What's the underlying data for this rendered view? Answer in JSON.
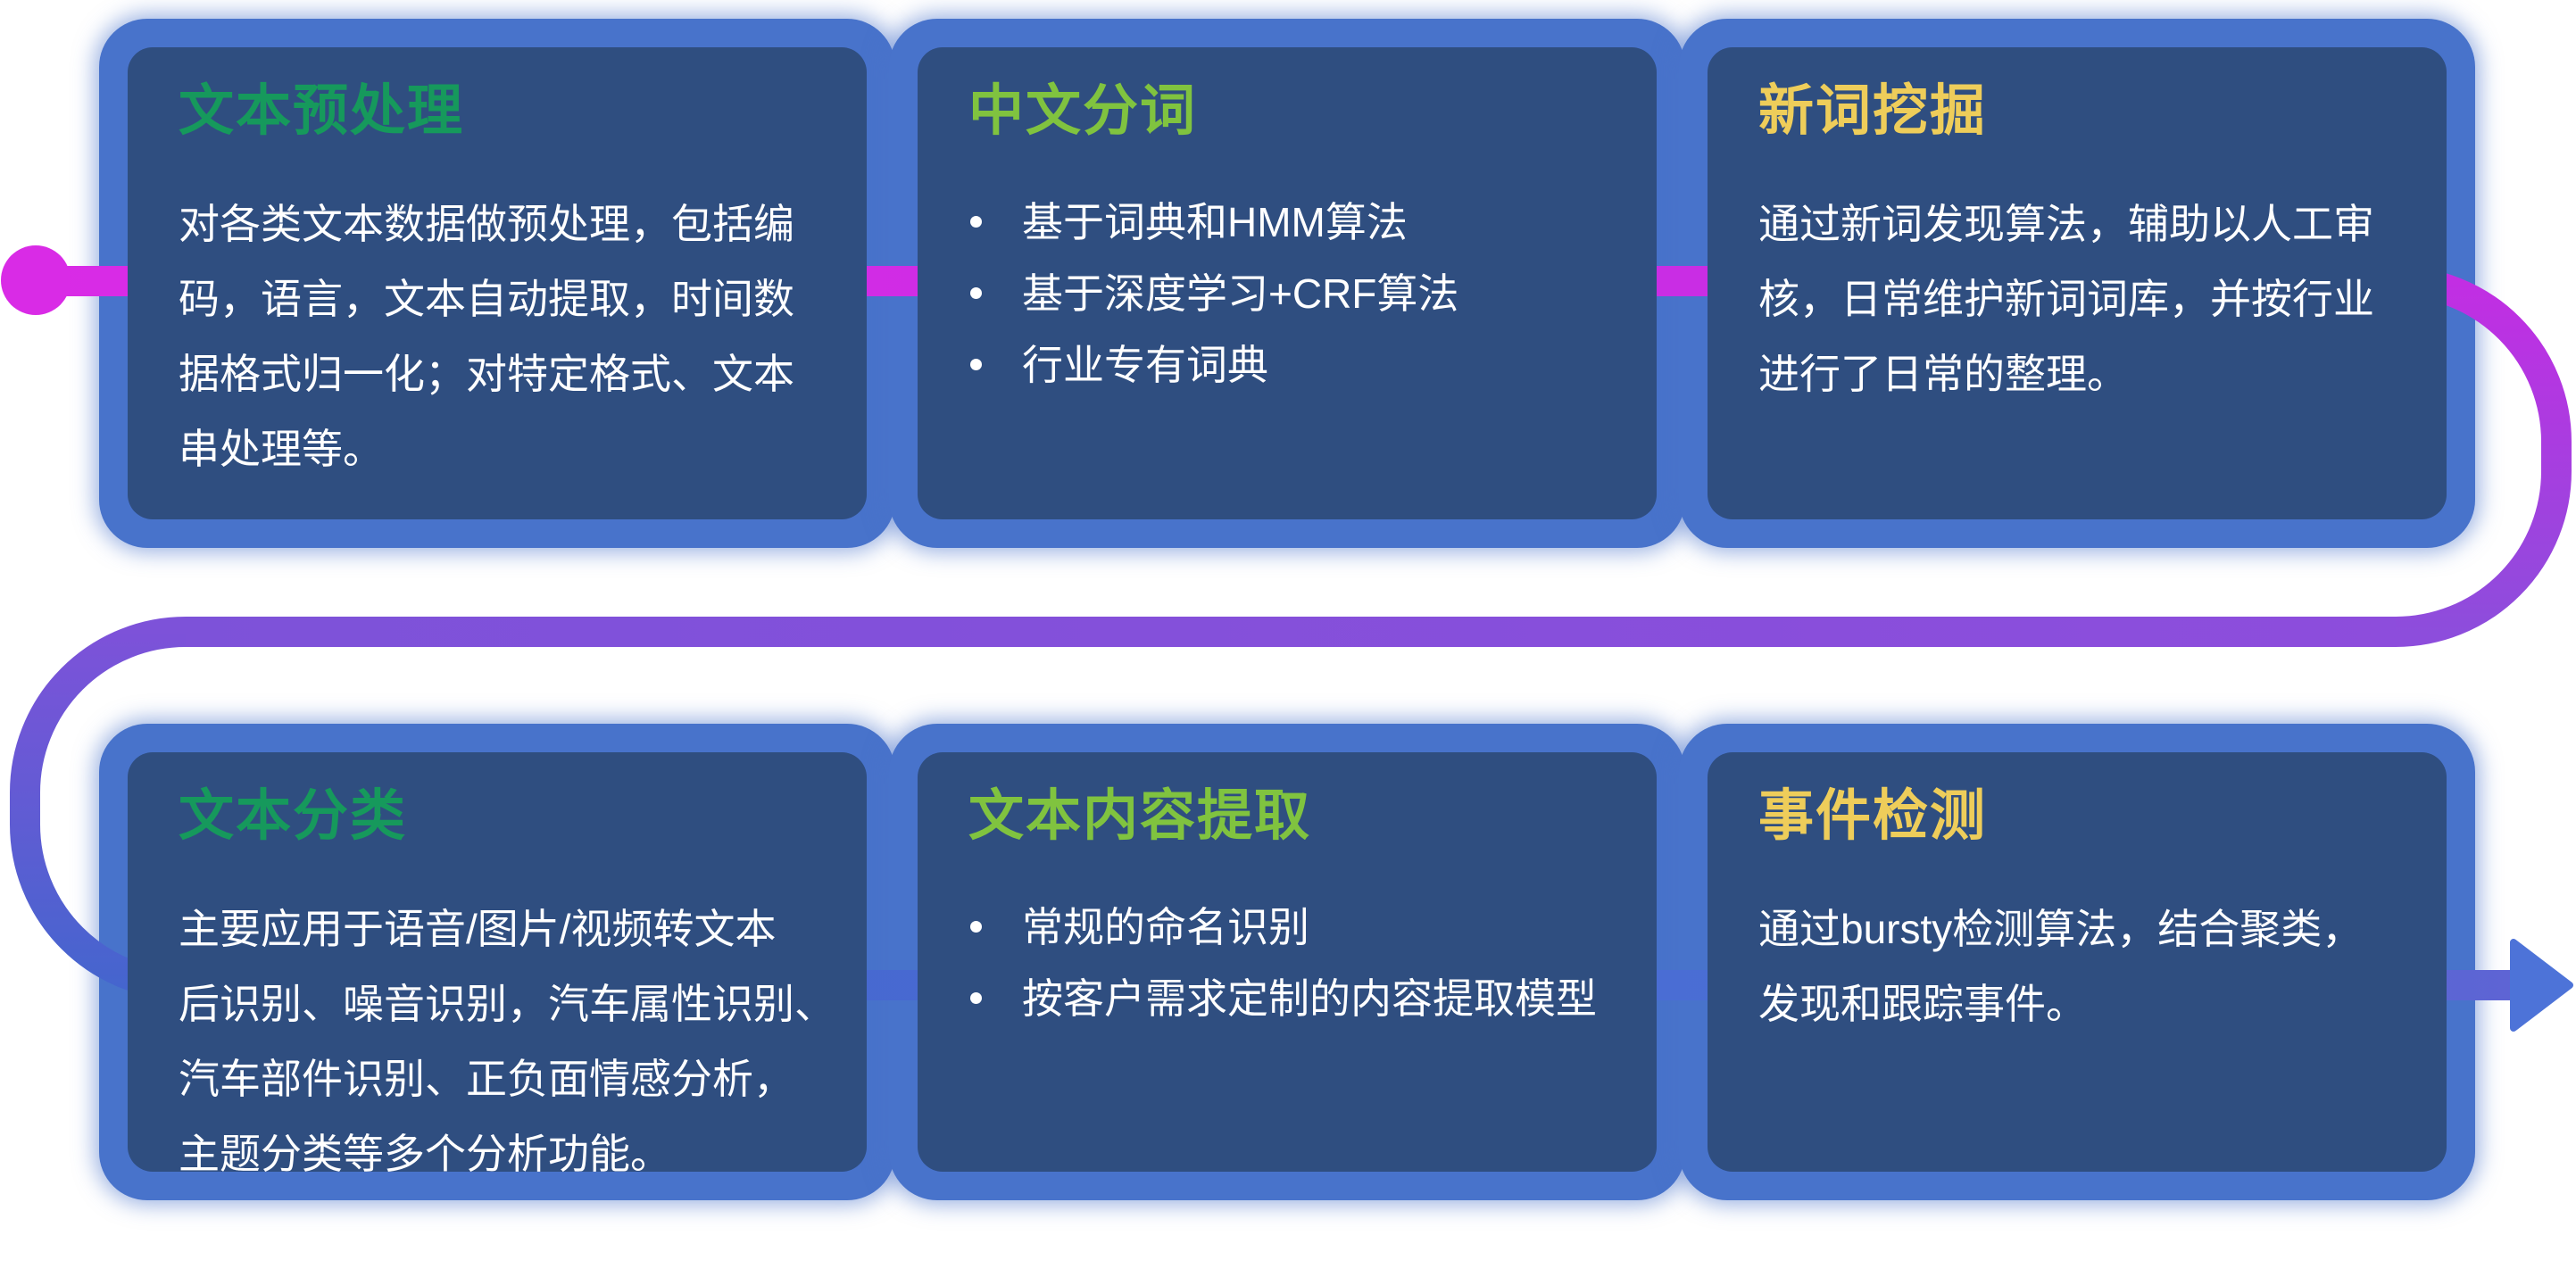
{
  "canvas": {
    "background": "#ffffff"
  },
  "connector": {
    "start_color": "#d92be6",
    "magenta": "#c22ee3",
    "purple": "#8d4ddc",
    "violet": "#7d52d9",
    "blue": "#4565ce",
    "end_color": "#5e64d4",
    "arrow_color": "#4d73d8",
    "start_marker": "circle",
    "end_marker": "arrow-right"
  },
  "card_style": {
    "fill": "#2f4e80",
    "glow": "#4873cb",
    "text": "#ffffff"
  },
  "cards": [
    {
      "title": "文本预处理",
      "title_color": "#16995c",
      "body_lines": [
        "对各类文本数据做预处理，包括编",
        "码，语言，文本自动提取，时间数",
        "据格式归一化；对特定格式、文本",
        "串处理等。"
      ]
    },
    {
      "title": "中文分词",
      "title_color": "#80c33f",
      "items": [
        "基于词典和HMM算法",
        "基于深度学习+CRF算法",
        "行业专有词典"
      ]
    },
    {
      "title": "新词挖掘",
      "title_color": "#eecd5a",
      "body_lines": [
        "通过新词发现算法，辅助以人工审",
        "核，日常维护新词词库，并按行业",
        "进行了日常的整理。"
      ]
    },
    {
      "title": "文本分类",
      "title_color": "#16995c",
      "body_lines": [
        "主要应用于语音/图片/视频转文本",
        "后识别、噪音识别，汽车属性识别、",
        "汽车部件识别、正负面情感分析，",
        "主题分类等多个分析功能。"
      ]
    },
    {
      "title": "文本内容提取",
      "title_color": "#80c33f",
      "items": [
        "常规的命名识别",
        "按客户需求定制的内容提取模型"
      ]
    },
    {
      "title": "事件检测",
      "title_color": "#eecd5a",
      "body_lines": [
        "通过bursty检测算法，结合聚类，",
        "发现和跟踪事件。"
      ]
    }
  ]
}
